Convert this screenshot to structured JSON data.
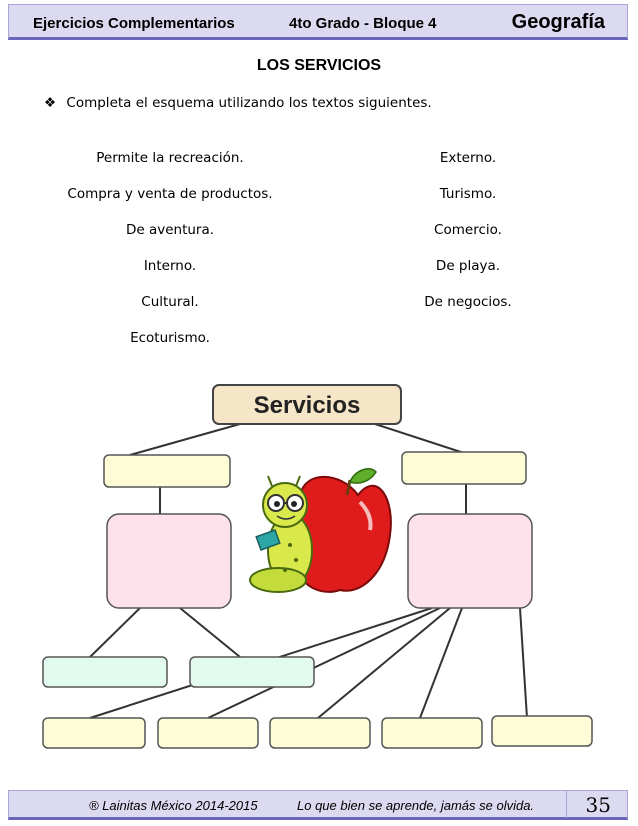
{
  "header": {
    "left": "Ejercicios Complementarios",
    "middle": "4to Grado - Bloque  4",
    "subject": "Geografía"
  },
  "title": "LOS SERVICIOS",
  "instruction": {
    "bullet": "❖",
    "text": "Completa el esquema utilizando los textos siguientes."
  },
  "words_left": [
    "Permite la recreación.",
    "Compra y venta de productos.",
    "De aventura.",
    "Interno.",
    "Cultural.",
    "Ecoturismo."
  ],
  "words_right": [
    "Externo.",
    "Turismo.",
    "Comercio.",
    "De playa.",
    "De negocios."
  ],
  "diagram": {
    "root_label": "Servicios",
    "colors": {
      "root_fill": "#f5e6c8",
      "yellow_box": "#fefcd6",
      "pink_box": "#fde2ec",
      "green_box": "#e3faee",
      "line": "#333333"
    }
  },
  "footer": {
    "copyright": "® Lainitas México 2014-2015",
    "motto": "Lo que bien se aprende, jamás se olvida.",
    "page": "35"
  }
}
